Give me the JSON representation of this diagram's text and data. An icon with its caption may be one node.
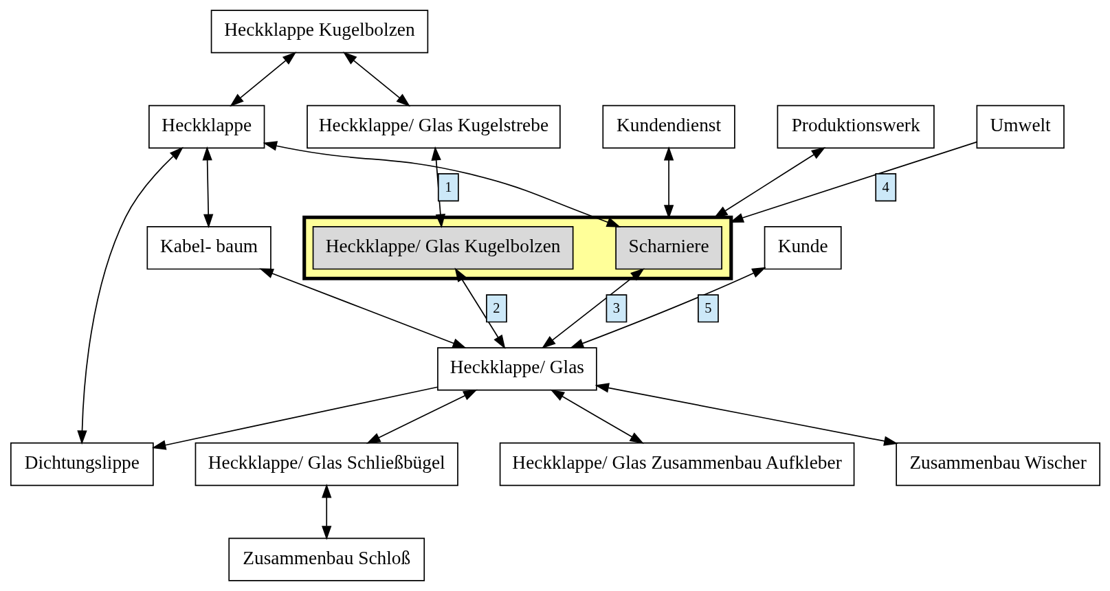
{
  "diagram": {
    "nodes": [
      {
        "text": [
          "Heckklappe Kugelbolzen"
        ]
      },
      {
        "text": [
          "Heckklappe"
        ]
      },
      {
        "text": [
          "Dichtungslippe"
        ]
      },
      {
        "text": [
          "Kabel- baum"
        ]
      },
      {
        "text": [
          "Heckklappe/ Glas Kugelstrebe"
        ]
      },
      {
        "text": [],
        "shape": "box"
      },
      {
        "text": [
          "Scharniere"
        ],
        "in": 5
      },
      {
        "text": [
          "Heckklappe/ Glas Kugelbolzen"
        ],
        "in": 5
      },
      {
        "text": [
          "Heckklappe/ Glas"
        ]
      },
      {
        "text": [
          "Heckklappe/ Glas Zusammenbau Aufkleber"
        ]
      },
      {
        "text": [
          "Produktionswerk"
        ]
      },
      {
        "text": [
          "Umwelt"
        ]
      },
      {
        "text": [
          "Kundendienst"
        ]
      },
      {
        "text": [
          "Zusammenbau Wischer"
        ]
      },
      {
        "text": [
          "Heckklappe/ Glas Schließbügel"
        ]
      },
      {
        "text": [
          "Kunde"
        ]
      },
      {
        "text": [
          "Zusammenbau Schloß"
        ]
      }
    ],
    "edges": [
      {
        "from": 0,
        "to": 1,
        "arrow": "both"
      },
      {
        "from": 1,
        "to": 2,
        "arrow": "both"
      },
      {
        "from": 0,
        "to": 4,
        "arrow": "both"
      },
      {
        "from": 1,
        "to": 6,
        "arrow": "both"
      },
      {
        "from": 1,
        "to": 3,
        "arrow": "both"
      },
      {
        "from": 3,
        "to": 8,
        "arrow": "both"
      },
      {
        "from": 8,
        "to": 2,
        "arrow": "to"
      },
      {
        "from": 4,
        "to": 7,
        "arrow": "both",
        "label": "1"
      },
      {
        "from": 6,
        "to": 8,
        "arrow": "both",
        "label": "3"
      },
      {
        "from": 8,
        "to": 7,
        "arrow": "both",
        "label": "2"
      },
      {
        "from": 8,
        "to": 9,
        "arrow": "both"
      },
      {
        "from": 8,
        "to": 13,
        "arrow": "both"
      },
      {
        "from": 8,
        "to": 14,
        "arrow": "both"
      },
      {
        "from": 14,
        "to": 16,
        "arrow": "both"
      },
      {
        "from": 10,
        "to": 5,
        "arrow": "both"
      },
      {
        "from": 11,
        "to": 5,
        "arrow": "to",
        "label": "4"
      },
      {
        "from": 12,
        "to": 5,
        "arrow": "both"
      },
      {
        "from": 15,
        "to": 8,
        "arrow": "both",
        "label": "5"
      }
    ]
  }
}
